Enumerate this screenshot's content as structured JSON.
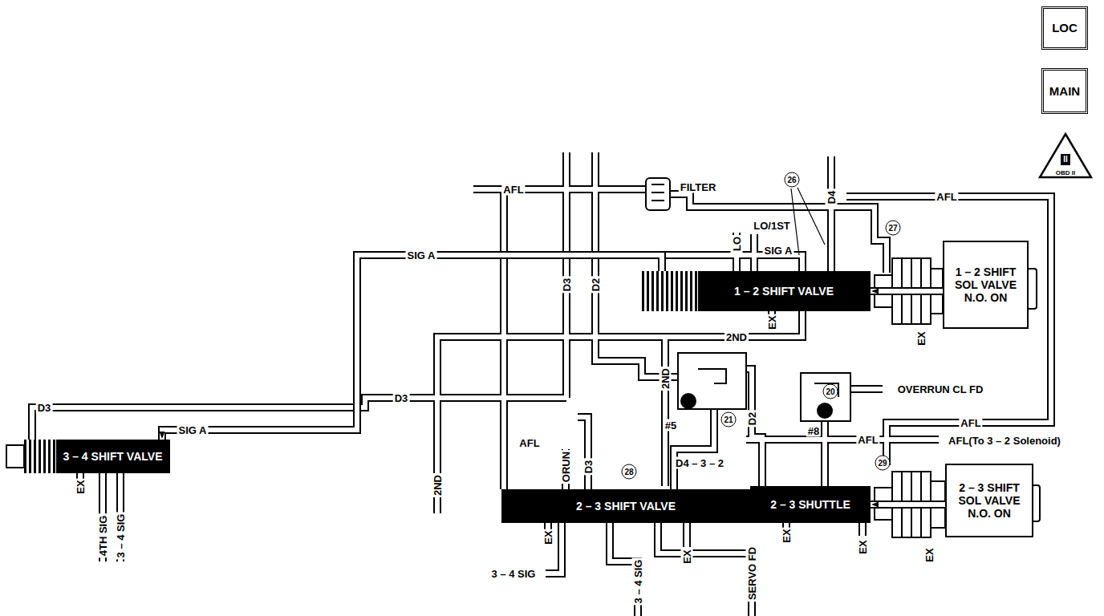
{
  "diagram": {
    "nodes": [
      {
        "text": [
          "LOC"
        ]
      },
      {
        "text": [
          "MAIN"
        ]
      },
      {
        "text": [
          "II",
          "OBD II"
        ]
      },
      {
        "text": [
          "1 – 2 SHIFT VALVE"
        ]
      },
      {
        "text": [
          "1 – 2 SHIFT SOL VALVE N.O. ON"
        ]
      },
      {
        "text": [
          "3 – 4 SHIFT VALVE"
        ]
      },
      {
        "text": [
          "2 – 3 SHIFT VALVE"
        ]
      },
      {
        "text": [
          "2 – 3 SHUTTLE"
        ]
      },
      {
        "text": [
          "2 – 3 SHIFT SOL VALVE N.O. ON"
        ]
      }
    ],
    "edges": [
      {
        "from": 4,
        "to": 3,
        "arrow": "to"
      },
      {
        "from": 8,
        "to": 7,
        "arrow": "to"
      },
      {
        "from": 3,
        "to": 5,
        "arrow": "to"
      }
    ],
    "labels": [
      "AFL",
      "FILTER",
      "26",
      "D4",
      "AFL",
      "LO/1ST",
      "27",
      "LO",
      "SIG A",
      "SIG A",
      "D3",
      "D2",
      "EX",
      "EX",
      "2ND",
      "2ND",
      "OVERRUN CL FD",
      "20",
      "D3",
      "D3",
      "21",
      "D2",
      "#5",
      "#8",
      "AFL",
      "SIG A",
      "AFL(To 3 – 2 Solenoid)",
      "AFL",
      "AFL",
      "D4 – 3 – 2",
      "29",
      "ORUN",
      "D3",
      "28",
      "2ND",
      "EX",
      "4TH SIG",
      "3 – 4 SIG",
      "EX",
      "EX",
      "EX",
      "EX",
      "EX",
      "3 – 4 SIG",
      "3 – 4 SIG",
      "SERVO FD"
    ]
  }
}
